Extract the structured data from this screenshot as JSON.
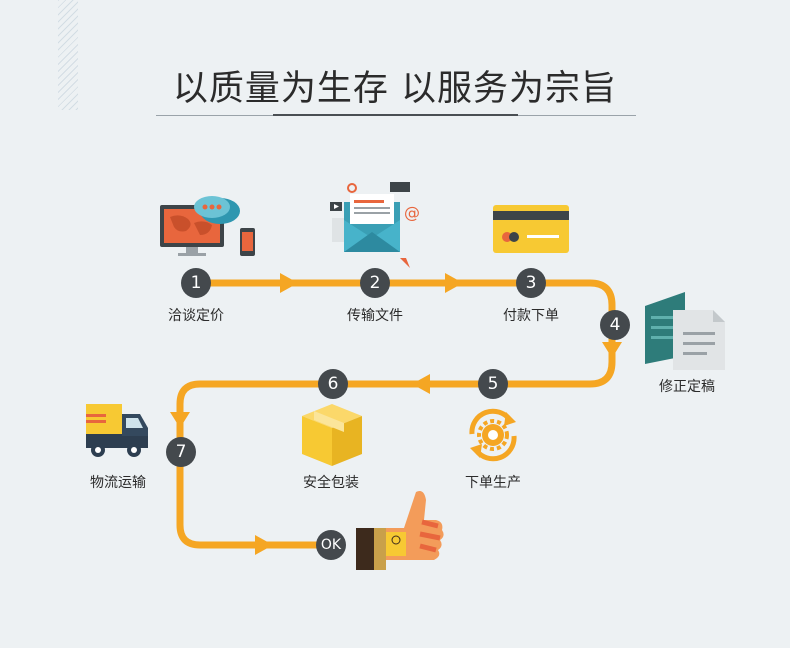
{
  "title": "以质量为生存 以服务为宗旨",
  "steps": [
    {
      "num": "1",
      "label": "洽谈定价",
      "icon": "computer-chat-icon"
    },
    {
      "num": "2",
      "label": "传输文件",
      "icon": "email-envelope-icon"
    },
    {
      "num": "3",
      "label": "付款下单",
      "icon": "credit-card-icon"
    },
    {
      "num": "4",
      "label": "修正定稿",
      "icon": "document-stack-icon"
    },
    {
      "num": "5",
      "label": "下单生产",
      "icon": "gear-cycle-icon"
    },
    {
      "num": "6",
      "label": "安全包装",
      "icon": "package-box-icon"
    },
    {
      "num": "7",
      "label": "物流运输",
      "icon": "delivery-truck-icon"
    },
    {
      "num": "OK",
      "label": "",
      "icon": "thumbs-up-icon"
    }
  ],
  "colors": {
    "path": "#f5a623",
    "badge": "#44494d",
    "background": "#edf1f3"
  }
}
